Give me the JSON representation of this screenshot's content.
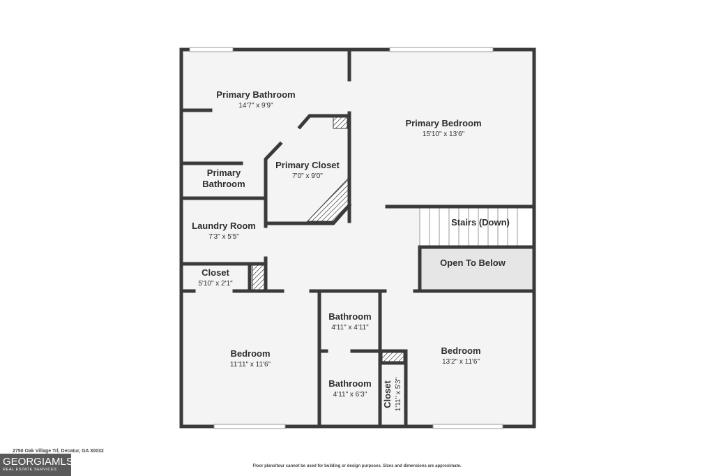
{
  "rooms": {
    "primary_bathroom": {
      "name": "Primary Bathroom",
      "dims": "14'7\" x 9'9\""
    },
    "primary_bedroom": {
      "name": "Primary Bedroom",
      "dims": "15'10\" x 13'6\""
    },
    "primary_closet": {
      "name": "Primary Closet",
      "dims": "7'0\" x 9'0\""
    },
    "primary_bathroom_2": {
      "name_line1": "Primary",
      "name_line2": "Bathroom"
    },
    "laundry_room": {
      "name": "Laundry Room",
      "dims": "7'3\" x 5'5\""
    },
    "stairs": {
      "name": "Stairs (Down)"
    },
    "open_to_below": {
      "name": "Open To Below"
    },
    "closet_small": {
      "name": "Closet",
      "dims": "5'10\" x 2'1\""
    },
    "bathroom_upper": {
      "name": "Bathroom",
      "dims": "4'11\" x 4'11\""
    },
    "bedroom_left": {
      "name": "Bedroom",
      "dims": "11'11\" x 11'6\""
    },
    "bedroom_right": {
      "name": "Bedroom",
      "dims": "13'2\" x 11'6\""
    },
    "bathroom_lower": {
      "name": "Bathroom",
      "dims": "4'11\" x 6'3\""
    },
    "closet_vertical": {
      "name": "Closet",
      "dims": "1'11\" x 5'3\""
    }
  },
  "footer": {
    "address": "2750 Oak Village Trl, Decatur, GA 30032",
    "disclaimer": "Floor plans/tour cannot be used for building or design purposes. Sizes and dimensions are approximate."
  },
  "logo": {
    "main": "GEORGIAMLS",
    "sub": "REAL ESTATE SERVICES"
  },
  "colors": {
    "wall": "#3a3a3a",
    "floor": "#f4f4f4",
    "open_to_below": "#e6e6e6",
    "window": "#cfcfcf"
  }
}
